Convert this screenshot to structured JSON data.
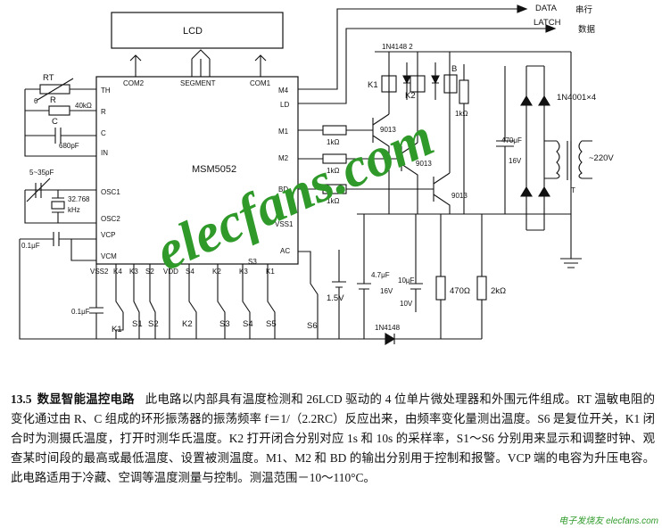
{
  "diagram": {
    "chip": {
      "name": "MSM5052",
      "pins_left": [
        "TH",
        "R",
        "C",
        "IN",
        "OSC1",
        "OSC2",
        "VCP",
        "VCM"
      ],
      "pins_right": [
        "M4",
        "LD",
        "M1",
        "M2",
        "BD",
        "VSS1",
        "AC"
      ],
      "pins_bottom": [
        "VSS2",
        "K4",
        "K3",
        "S2",
        "VDD",
        "S4",
        "K2",
        "K3",
        "S3",
        "K1"
      ],
      "pins_top": [
        "COM2",
        "SEGMENT",
        "COM1"
      ]
    },
    "lcd": "LCD",
    "outputs": {
      "data": "DATA",
      "latch": "LATCH",
      "serial": "串行",
      "data_cn": "数据"
    },
    "components": {
      "rt": "RT",
      "theta": "θ",
      "r": "R",
      "r_val": "40kΩ",
      "c": "C",
      "c_val": "680pF",
      "trim_cap": "5~35pF",
      "crystal_top": "32.768",
      "crystal_bot": "kHz",
      "cap_01": "0.1μF",
      "cap_01b": "0.1μF",
      "diodes_top": "1N4148 2",
      "k1": "K1",
      "k2": "K2",
      "b": "B",
      "r1k_a": "1kΩ",
      "r1k_b": "1kΩ",
      "r1k_c": "1kΩ",
      "r1k_d": "1kΩ",
      "q1": "9013",
      "q2": "9013",
      "q3": "9013",
      "bridge": "1N4001×4",
      "cap_470": "470μF",
      "cap_470_v": "16V",
      "mains": "~220V",
      "transformer": "T",
      "cap_47": "4.7μF",
      "cap_47_v": "16V",
      "cap_10": "10μF",
      "cap_10_v": "10V",
      "r470": "470Ω",
      "r2k": "2kΩ",
      "v15": "1.5V",
      "diode_bottom": "1N4148",
      "switches": [
        "K1",
        "S1",
        "S2",
        "K2",
        "S3",
        "S4",
        "S5",
        "S6"
      ]
    },
    "watermark": "elecfans.com"
  },
  "caption": {
    "number": "13.5",
    "title": "数显智能温控电路",
    "body": "此电路以内部具有温度检测和 26LCD 驱动的 4 位单片微处理器和外围元件组成。RT 温敏电阻的变化通过由 R、C 组成的环形振荡器的振荡频率 f＝1/（2.2RC）反应出来，由频率变化量测出温度。S6 是复位开关，K1 闭合时为测摄氏温度，打开时测华氏温度。K2 打开闭合分别对应 1s 和 10s 的采样率，S1～S6 分别用来显示和调整时钟、观查某时间段的最高或最低温度、设置被测温度。M1、M2 和 BD 的输出分别用于控制和报警。VCP 端的电容为升压电容。此电路适用于冷藏、空调等温度测量与控制。测温范围－10～110°C。"
  },
  "logo": "电子发烧友 elecfans.com"
}
